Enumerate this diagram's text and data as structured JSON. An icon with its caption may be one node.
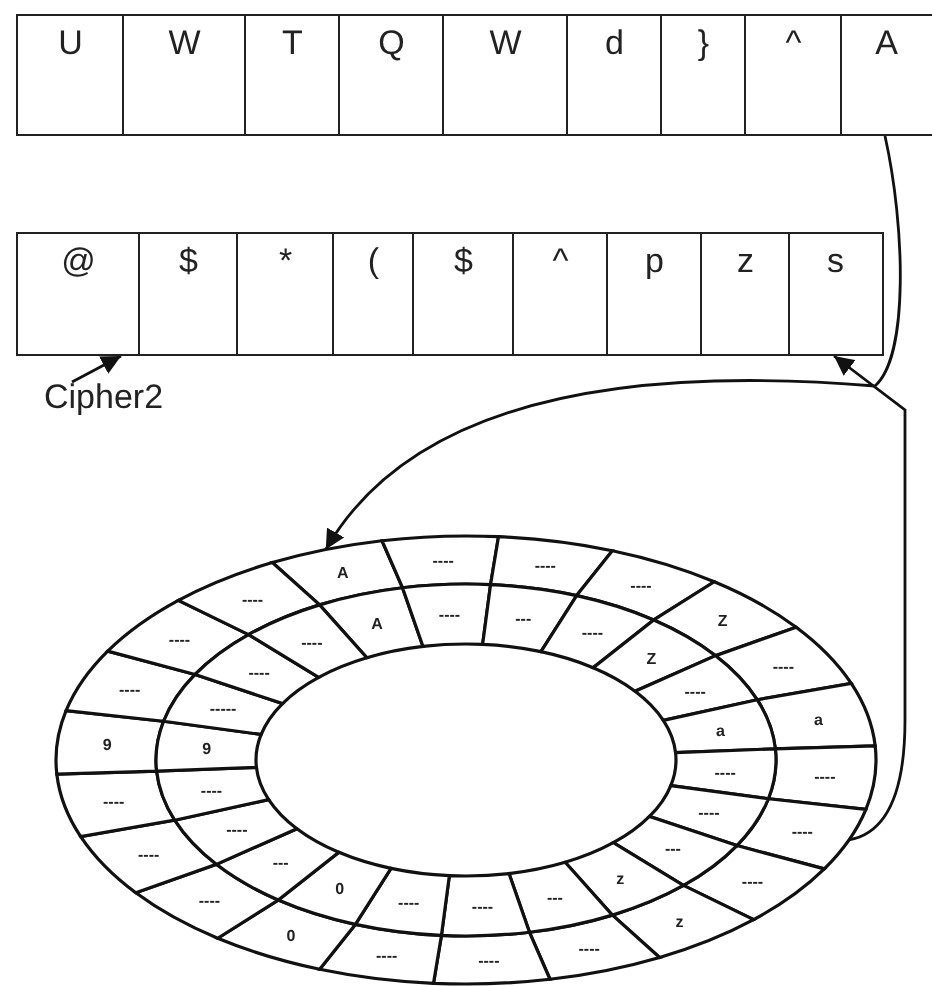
{
  "diagram": {
    "nodes": [
      {
        "text": [
          "U"
        ]
      },
      {
        "text": [
          "W"
        ]
      },
      {
        "text": [
          "T"
        ]
      },
      {
        "text": [
          "Q"
        ]
      },
      {
        "text": [
          "W"
        ]
      },
      {
        "text": [
          "d"
        ]
      },
      {
        "text": [
          "}"
        ]
      },
      {
        "text": [
          "^"
        ]
      },
      {
        "text": [
          "A"
        ]
      },
      {
        "text": [
          "@"
        ]
      },
      {
        "text": [
          "$"
        ]
      },
      {
        "text": [
          "*"
        ]
      },
      {
        "text": [
          "("
        ]
      },
      {
        "text": [
          "$"
        ]
      },
      {
        "text": [
          "^"
        ]
      },
      {
        "text": [
          "p"
        ]
      },
      {
        "text": [
          "z"
        ]
      },
      {
        "text": [
          "s"
        ]
      },
      {
        "text": [
          "Cipher2"
        ]
      },
      {
        "text": [
          "A"
        ]
      },
      {
        "text": [
          "----"
        ]
      },
      {
        "text": [
          "----"
        ]
      },
      {
        "text": [
          "----"
        ]
      },
      {
        "text": [
          "Z"
        ]
      },
      {
        "text": [
          "----"
        ]
      },
      {
        "text": [
          "a"
        ]
      },
      {
        "text": [
          "----"
        ]
      },
      {
        "text": [
          "----"
        ]
      },
      {
        "text": [
          "----"
        ]
      },
      {
        "text": [
          "z"
        ]
      },
      {
        "text": [
          "----"
        ]
      },
      {
        "text": [
          "----"
        ]
      },
      {
        "text": [
          "----"
        ]
      },
      {
        "text": [
          "0"
        ]
      },
      {
        "text": [
          "----"
        ]
      },
      {
        "text": [
          "----"
        ]
      },
      {
        "text": [
          "----"
        ]
      },
      {
        "text": [
          "9"
        ]
      },
      {
        "text": [
          "----"
        ]
      },
      {
        "text": [
          "----"
        ]
      },
      {
        "text": [
          "----"
        ]
      },
      {
        "text": [
          "A"
        ]
      },
      {
        "text": [
          "----"
        ]
      },
      {
        "text": [
          "---"
        ]
      },
      {
        "text": [
          "----"
        ]
      },
      {
        "text": [
          "Z"
        ]
      },
      {
        "text": [
          "----"
        ]
      },
      {
        "text": [
          "a"
        ]
      },
      {
        "text": [
          "----"
        ]
      },
      {
        "text": [
          "----"
        ]
      },
      {
        "text": [
          "---"
        ]
      },
      {
        "text": [
          "z"
        ]
      },
      {
        "text": [
          "---"
        ]
      },
      {
        "text": [
          "----"
        ]
      },
      {
        "text": [
          "----"
        ]
      },
      {
        "text": [
          "0"
        ]
      },
      {
        "text": [
          "---"
        ]
      },
      {
        "text": [
          "----"
        ]
      },
      {
        "text": [
          "----"
        ]
      },
      {
        "text": [
          "9"
        ]
      },
      {
        "text": [
          "-----"
        ]
      },
      {
        "text": [
          "----"
        ]
      },
      {
        "text": [
          "----"
        ]
      }
    ],
    "edges": [
      {
        "from": 8,
        "to": 19,
        "arrow": "to"
      },
      {
        "from": 27,
        "to": 17,
        "arrow": "to"
      },
      {
        "from": 18,
        "to": 9,
        "arrow": "to"
      }
    ]
  }
}
